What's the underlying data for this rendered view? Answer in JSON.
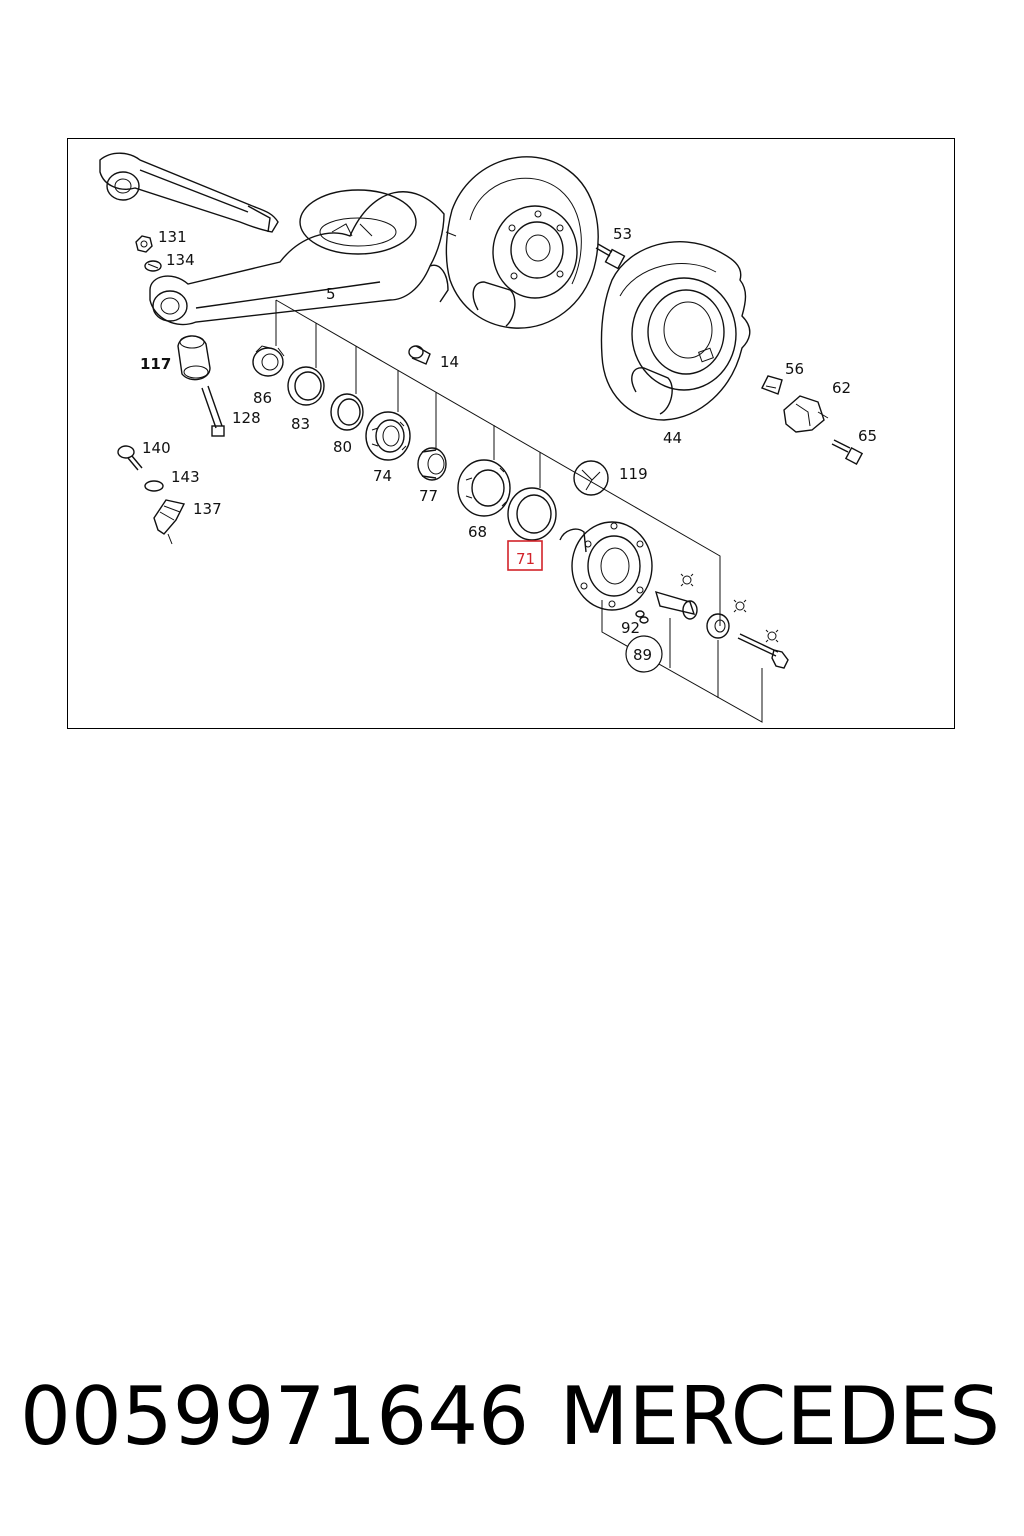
{
  "diagram": {
    "callouts": {
      "c131": "131",
      "c134": "134",
      "c5": "5",
      "c53": "53",
      "c117": "117",
      "c14": "14",
      "c86": "86",
      "c128": "128",
      "c83": "83",
      "c80": "80",
      "c74": "74",
      "c56": "56",
      "c62": "62",
      "c65": "65",
      "c44": "44",
      "c140": "140",
      "c143": "143",
      "c137": "137",
      "c77": "77",
      "c119": "119",
      "c68": "68",
      "c71": "71",
      "c92": "92",
      "c89": "89"
    },
    "highlighted_callout": "71",
    "highlight_color": "#d2232a"
  },
  "caption": {
    "part_number": "0059971646",
    "brand": "MERCEDES"
  }
}
